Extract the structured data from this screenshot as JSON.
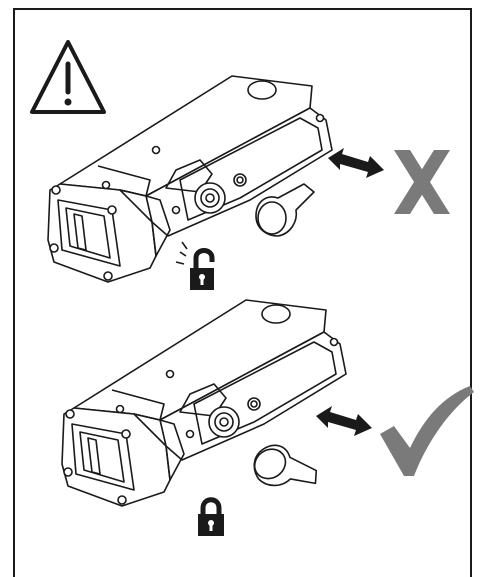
{
  "instruction_figure": {
    "panels": [
      {
        "id": "incorrect",
        "lock_state": "unlocked",
        "verdict": "not-allowed"
      },
      {
        "id": "correct",
        "lock_state": "locked",
        "verdict": "allowed"
      }
    ],
    "colors": {
      "line": "#1a1a1a",
      "verdict_mark": "#7a7a7a",
      "background": "#ffffff"
    }
  }
}
